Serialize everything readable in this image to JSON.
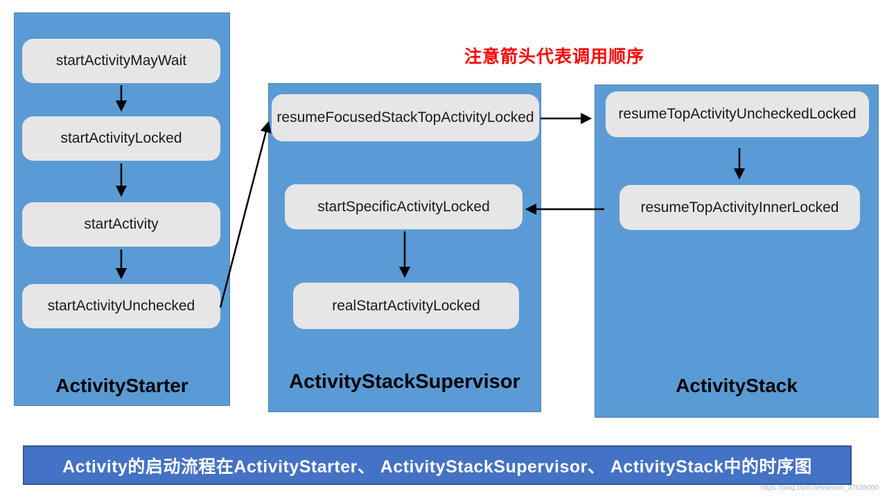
{
  "note": {
    "text": "注意箭头代表调用顺序"
  },
  "columns": [
    {
      "title": "ActivityStarter",
      "boxes": [
        "startActivityMayWait",
        "startActivityLocked",
        "startActivity",
        "startActivityUnchecked"
      ]
    },
    {
      "title": "ActivityStackSupervisor",
      "boxes": [
        "resumeFocusedStackTopActivityLocked",
        "startSpecificActivityLocked",
        "realStartActivityLocked"
      ]
    },
    {
      "title": "ActivityStack",
      "boxes": [
        "resumeTopActivityUncheckedLocked",
        "resumeTopActivityInnerLocked"
      ]
    }
  ],
  "edges": [
    {
      "from": "startActivityMayWait",
      "to": "startActivityLocked"
    },
    {
      "from": "startActivityLocked",
      "to": "startActivity"
    },
    {
      "from": "startActivity",
      "to": "startActivityUnchecked"
    },
    {
      "from": "startActivityUnchecked",
      "to": "resumeFocusedStackTopActivityLocked"
    },
    {
      "from": "resumeFocusedStackTopActivityLocked",
      "to": "resumeTopActivityUncheckedLocked"
    },
    {
      "from": "resumeTopActivityUncheckedLocked",
      "to": "resumeTopActivityInnerLocked"
    },
    {
      "from": "resumeTopActivityInnerLocked",
      "to": "startSpecificActivityLocked"
    },
    {
      "from": "startSpecificActivityLocked",
      "to": "realStartActivityLocked"
    }
  ],
  "banner": {
    "text": "Activity的启动流程在ActivityStarter、 ActivityStackSupervisor、 ActivityStack中的时序图"
  },
  "watermark": {
    "text": "https://blog.csdn.net/weixin_37639000"
  },
  "colors": {
    "column_fill": "#5b9bd5",
    "column_border": "#4f7dad",
    "box_fill": "#e7e6e6",
    "banner_fill": "#4472c4",
    "banner_border": "#2f5496",
    "note_color": "#ff0000",
    "arrow": "#000000"
  }
}
